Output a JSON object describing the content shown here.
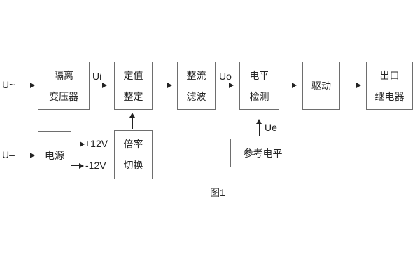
{
  "diagram": {
    "caption": "图1",
    "inputs": {
      "ac": "U~",
      "dc": "U–"
    },
    "signals": {
      "ui": "Ui",
      "uo": "Uo",
      "ue": "Ue"
    },
    "power_outputs": {
      "plus": "+12V",
      "minus": "-12V"
    },
    "blocks": {
      "isolation_transformer": {
        "line1": "隔离",
        "line2": "变压器"
      },
      "setting": {
        "line1": "定值",
        "line2": "整定"
      },
      "rectifier_filter": {
        "line1": "整流",
        "line2": "滤波"
      },
      "level_detection": {
        "line1": "电平",
        "line2": "检测"
      },
      "driver": {
        "label": "驱动"
      },
      "output_relay": {
        "line1": "出口",
        "line2": "继电器"
      },
      "power_supply": {
        "label": "电源"
      },
      "ratio_switch": {
        "line1": "倍率",
        "line2": "切换"
      },
      "reference_level": {
        "label": "参考电平"
      }
    },
    "colors": {
      "background": "#ffffff",
      "box_border": "#6e6e6e",
      "text": "#262626",
      "arrow": "#222222"
    }
  }
}
